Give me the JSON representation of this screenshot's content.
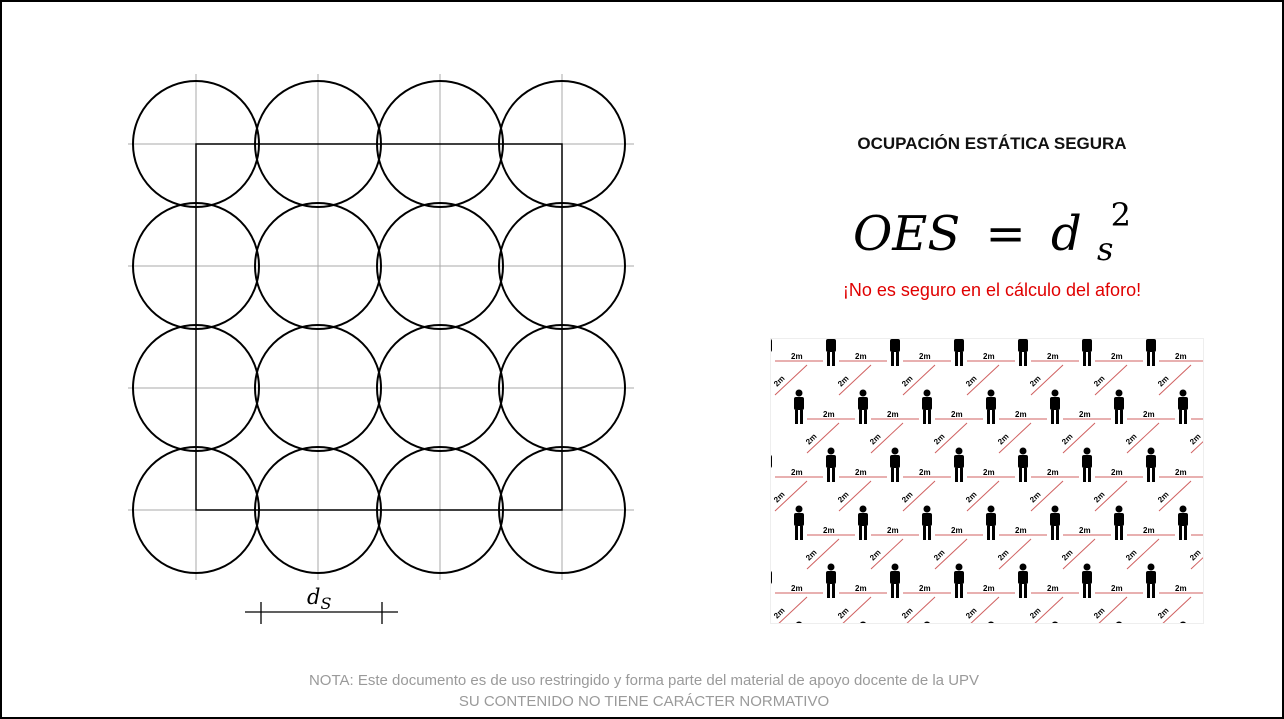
{
  "diagram": {
    "dimension_label": {
      "base": "d",
      "subscript": "S"
    }
  },
  "panel": {
    "title": "OCUPACIÓN ESTÁTICA SEGURA",
    "formula": {
      "lhs": "OES",
      "equals": "=",
      "base": "d",
      "subscript": "s",
      "exponent": "2"
    },
    "warning": "¡No es seguro en el cálculo del aforo!",
    "warning_color": "#e00000"
  },
  "illustration": {
    "horizontal_label": "2m",
    "diagonal_label": "2m",
    "line_color": "#d06060"
  },
  "footer": {
    "line1": "NOTA: Este documento es de uso restringido y forma parte del material de apoyo docente de la UPV",
    "line2": "SU CONTENIDO NO TIENE CARÁCTER NORMATIVO"
  }
}
